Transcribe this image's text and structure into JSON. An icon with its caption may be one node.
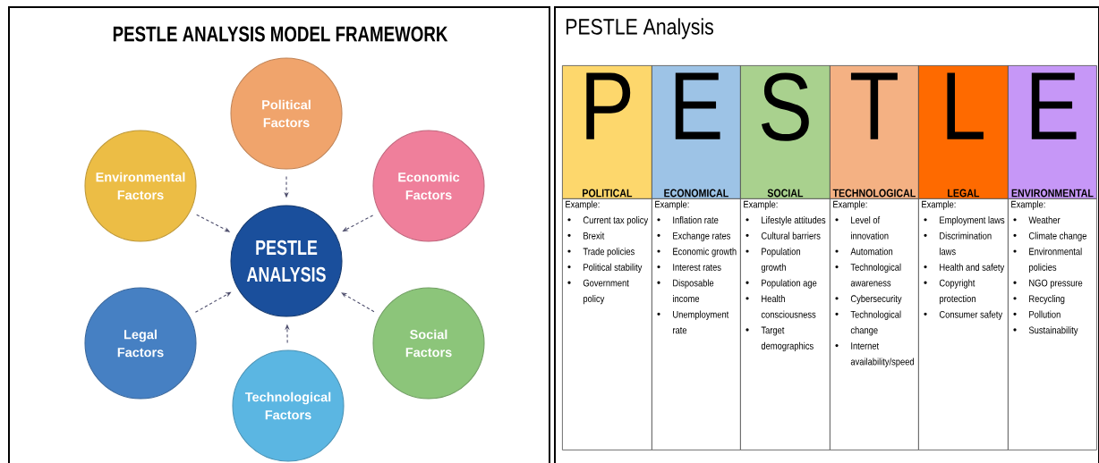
{
  "diagram": {
    "title": "PESTLE ANALYSIS MODEL FRAMEWORK",
    "labels": [
      "PESTLE Analysis"
    ],
    "nodes": [
      {
        "text": [
          "Political Factors"
        ]
      },
      {
        "text": [
          "Environmental Factors"
        ]
      },
      {
        "text": [
          "Economic Factors"
        ]
      },
      {
        "text": [
          "PESTLE ANALYSIS"
        ]
      },
      {
        "text": [
          "Legal Factors"
        ]
      },
      {
        "text": [
          "Social Factors"
        ]
      },
      {
        "text": [
          "Technological Factors"
        ]
      },
      {
        "text": [
          "P",
          "POLITICAL"
        ]
      },
      {
        "text": [
          "Example:",
          "Current tax policy",
          "Brexit",
          "Trade policies",
          "Political stability",
          "Government policy"
        ]
      },
      {
        "text": [
          "E",
          "ECONOMICAL"
        ]
      },
      {
        "text": [
          "Example:",
          "Inflation rate",
          "Exchange rates",
          "Economic growth",
          "Interest rates",
          "Disposable income",
          "Unemployment rate"
        ]
      },
      {
        "text": [
          "S",
          "SOCIAL"
        ]
      },
      {
        "text": [
          "Example:",
          "Lifestyle attitudes",
          "Cultural barriers",
          "Population growth",
          "Population age",
          "Health consciousness",
          "Target demographics"
        ]
      },
      {
        "text": [
          "T",
          "TECHNOLOGICAL"
        ]
      },
      {
        "text": [
          "Example:",
          "Level of innovation",
          "Automation",
          "Technological awareness",
          "Cybersecurity",
          "Technological change",
          "Internet availability/speed"
        ]
      },
      {
        "text": [
          "L",
          "LEGAL"
        ]
      },
      {
        "text": [
          "Example:",
          "Employment laws",
          "Discrimination laws",
          "Health and safety",
          "Copyright protection",
          "Consumer safety"
        ]
      },
      {
        "text": [
          "E",
          "ENVIRONMENTAL"
        ]
      },
      {
        "text": [
          "Example:",
          "Weather",
          "Climate change",
          "Environmental policies",
          "NGO pressure",
          "Recycling",
          "Pollution",
          "Sustainability"
        ]
      }
    ],
    "edges": [
      {
        "from": 0,
        "to": 3,
        "arrow": "to",
        "style": "dashed"
      },
      {
        "from": 2,
        "to": 3,
        "arrow": "to",
        "style": "dashed"
      },
      {
        "from": 5,
        "to": 3,
        "arrow": "to",
        "style": "dashed"
      },
      {
        "from": 6,
        "to": 3,
        "arrow": "to",
        "style": "dashed"
      },
      {
        "from": 4,
        "to": 3,
        "arrow": "to",
        "style": "dashed"
      },
      {
        "from": 1,
        "to": 3,
        "arrow": "to",
        "style": "dashed"
      }
    ]
  }
}
